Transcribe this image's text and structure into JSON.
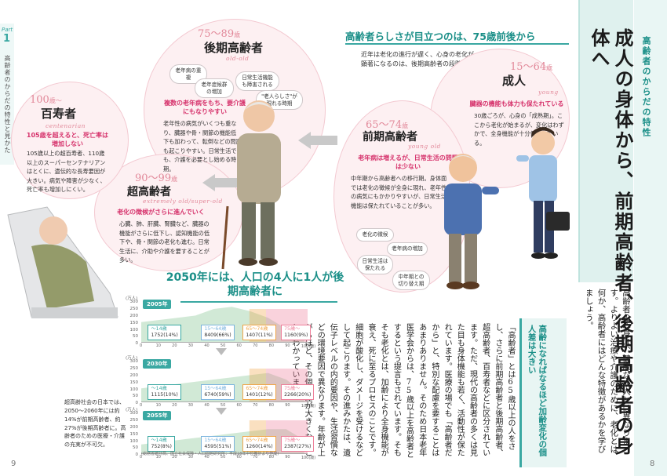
{
  "part": {
    "label": "Part",
    "number": "1",
    "title": "高齢者のからだの特性と見かた"
  },
  "right_header": "高齢者のからだの特性",
  "main_title": "成人の身体から、前期高齢者、後期高齢者の身体へ",
  "lead": "高齢者の心身は、健康な成人とは異なります。よりよい治療や介護のために、老化とは何か、高齢者にはどんな特徴があるかを学びましょう。",
  "subsection_heading": "高齢になればなるほど加齢変化の個人差は大きい",
  "body_text": "「高齢者」とは65歳以上の人をさし、さらに前期高齢者と後期高齢者、超高齢者、百寿者などに区分されています。ただ、現代の高齢者の多くは見た目も身体機能も若く、活動性が保たれています。医療の場でも「高齢者だから」と、特別な配慮を要することはあまりありません。そのため日本老年医学会からは、75歳以上を高齢者とするという提言もされています。そもそも老化とは、加齢により全身機能が衰え、死に至るプロセスのことです。細胞が酸化し、ダメージを受けるなどして起こります。その進みかたは、遺伝子レベルの内的要因や、生活習慣などの環境要因で異なります。年齢が上がるほど、その個人差が大きくなることもわかっています。",
  "section75": {
    "heading": "高齢者らしさが目立つのは、75歳前後から",
    "desc": "近年は老化の進行が遅く、心身の老化が顕著になるのは、後期高齢者の段階。"
  },
  "stages": {
    "adult": {
      "age": "15〜64",
      "unit": "歳",
      "name": "成人",
      "eng": "young",
      "feature": "臓器の機能も体力も保たれている",
      "desc": "30歳ごろが、心身の「成熟期」。ここから老化が始まるが、変化はわずかで、全身機能が十分保たれている。"
    },
    "young_old": {
      "age": "65〜74",
      "unit": "歳",
      "name": "前期高齢者",
      "eng": "young old",
      "feature": "老年病は増えるが、日常生活の問題は少ない",
      "desc": "中年期から高齢者への移行期。身体面では老化の徴候が全身に現れ、老年性の病気にもかかりやすいが、日常生活機能は保たれていることが多い。",
      "bubbles": [
        "老化の徴候",
        "老年病の増加",
        "日常生活は保たれる",
        "中年期との切り替え期"
      ]
    },
    "old_old": {
      "age": "75〜89",
      "unit": "歳",
      "name": "後期高齢者",
      "eng": "old-old",
      "feature": "複数の老年病をもち、要介護にもなりやすい",
      "desc": "老年性の病気がいくつも重なり、臓器や骨・関節の機能低下も加わって、転倒などの問題も起こりやすい。日常生活でも、介護を必要とし始める時期。",
      "bubbles": [
        "老年病の重複",
        "老年症候群の増加",
        "日常生活機能も障害される",
        "\"老人らしさ\"が現れる時期"
      ]
    },
    "extremely_old": {
      "age": "90〜99",
      "unit": "歳",
      "name": "超高齢者",
      "eng": "extremely old/super-old",
      "feature": "老化の徴候がさらに進んでいく",
      "desc": "心臓、肺、肝臓、腎臓など、臓器の機能がさらに低下し、認知機能の低下や、骨・関節の老化も進む。日常生活に、介助や介護を要することが多い。"
    },
    "centenarian": {
      "age": "100",
      "unit": "歳〜",
      "name": "百寿者",
      "eng": "centenarian",
      "feature": "105歳を超えると、死亡率は増加しない",
      "desc": "105歳以上の超百寿者、110歳以上のスーパーセンテナリアンはとくに、遺伝的な長寿要因が大きい。病気や障害が少なく、死亡率も増加しにくい。"
    }
  },
  "graph": {
    "heading": "2050年には、人口の4人に1人が後期高齢者に",
    "unit": "(万人)",
    "y_ticks": [
      "300",
      "250",
      "200",
      "150",
      "100",
      "50",
      "0"
    ],
    "x_ticks": [
      "0",
      "10",
      "20",
      "30",
      "40",
      "50",
      "60",
      "70",
      "80",
      "90",
      "100(歳)"
    ],
    "panels": [
      {
        "year": "2005年",
        "labels": [
          {
            "group": "〜14歳",
            "value": "1752(14%)"
          },
          {
            "group": "15〜64歳",
            "value": "8409(66%)"
          },
          {
            "group": "65〜74歳",
            "value": "1407(11%)"
          },
          {
            "group": "75歳〜",
            "value": "1160(9%)"
          }
        ]
      },
      {
        "year": "2030年",
        "labels": [
          {
            "group": "〜14歳",
            "value": "1115(10%)"
          },
          {
            "group": "15〜64歳",
            "value": "6740(59%)"
          },
          {
            "group": "65〜74歳",
            "value": "1401(12%)"
          },
          {
            "group": "75歳〜",
            "value": "2266(20%)"
          }
        ]
      },
      {
        "year": "2055年",
        "labels": [
          {
            "group": "〜14歳",
            "value": "752(8%)"
          },
          {
            "group": "15〜64歳",
            "value": "4595(51%)"
          },
          {
            "group": "65〜74歳",
            "value": "1260(14%)"
          },
          {
            "group": "75歳〜",
            "value": "2387(27%)"
          }
        ]
      }
    ],
    "note": "超高齢社会の日本では、2050〜2060年には約14%が前期高齢者、約27%が後期高齢者に。高齢者のための医療・介護の充実が不可欠。",
    "source": "(総務省統計局、国立社会保障・人口問題研究所：平成18年中位推計より作成)"
  },
  "page_numbers": {
    "left": "9",
    "right": "8"
  },
  "colors": {
    "teal": "#3aa8a2",
    "pink": "#e2899a",
    "magenta": "#d6336c",
    "green": "#7cc08a",
    "blue": "#7bb4de",
    "orange": "#f0a64a",
    "rose": "#ee7f9a"
  }
}
